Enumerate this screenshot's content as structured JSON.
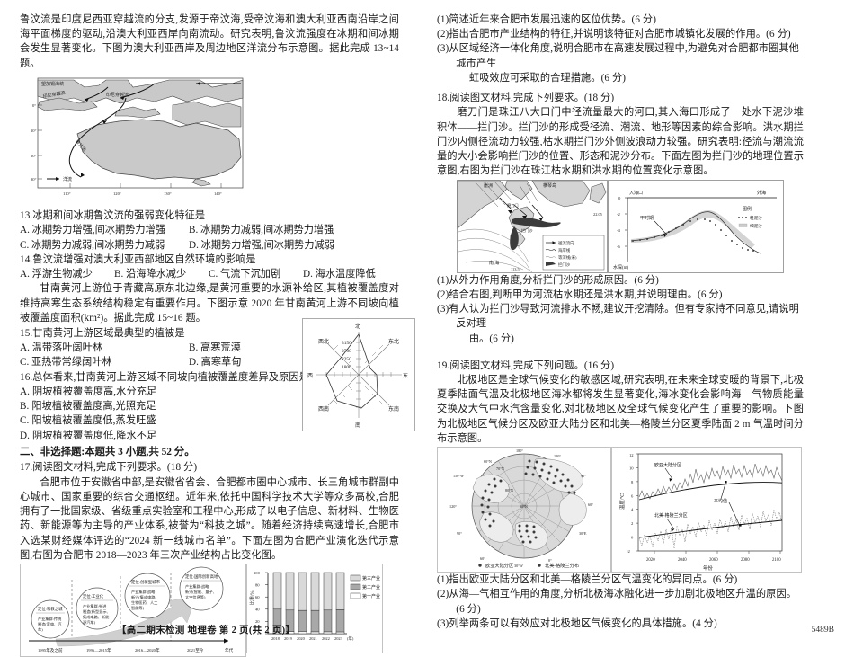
{
  "document": {
    "footer_title": "【高二期末检测  地理卷  第 2 页(共 2 页)】",
    "footer_code": "5489B"
  },
  "left_column": {
    "passage_leeuwin": "鲁汶流是印度尼西亚穿越流的分支,发源于帝汶海,受帝汶海和澳大利亚西南沿岸之间海平面梯度的驱动,沿澳大利亚西岸向南流动。研究表明,鲁汶流强度在冰期和间冰期会发生显著变化。下图为澳大利亚西岸及周边地区洋流分布示意图。据此完成 13~14 题。",
    "q13": {
      "number": "13.",
      "stem": "冰期和间冰期鲁汶流的强弱变化特征是",
      "options": [
        "A. 冰期势力增强,间冰期势力增强",
        "B. 冰期势力减弱,间冰期势力增强",
        "C. 冰期势力减弱,间冰期势力减弱",
        "D. 冰期势力增强,间冰期势力减弱"
      ]
    },
    "q14": {
      "number": "14.",
      "stem": "鲁汶流增强对澳大利亚西部地区自然环境的影响是",
      "options": [
        "A. 浮游生物减少",
        "B. 沿海降水减少",
        "C. 气流下沉加剧",
        "D. 海水温度降低"
      ]
    },
    "passage_gannan": "甘南黄河上游位于青藏高原东北边缘,是黄河重要的水源补给区,其植被覆盖度对维持高寒生态系统结构稳定有重要作用。下图示意 2020 年甘南黄河上游不同坡向植被覆盖度面积(km²)。据此完成 15~16 题。",
    "q15": {
      "number": "15.",
      "stem": "甘南黄河上游区域最典型的植被是",
      "options": [
        "A. 温带落叶阔叶林",
        "B. 高寒荒漠",
        "C. 亚热带常绿阔叶林",
        "D. 高寒草甸"
      ]
    },
    "q16": {
      "number": "16.",
      "stem": "总体看来,甘南黄河上游区域不同坡向植被覆盖度差异及原因是",
      "options": [
        "A. 阴坡植被覆盖度高,水分充足",
        "B. 阳坡植被覆盖度高,光照充足",
        "C. 阳坡植被覆盖度低,蒸发旺盛",
        "D. 阴坡植被覆盖度低,降水不足"
      ]
    },
    "section2_head": "二、非选择题:本题共 3 小题,共 52 分。",
    "q17": {
      "number": "17.",
      "stem": "阅读图文材料,完成下列要求。(18 分)",
      "passage": "合肥市位于安徽省中部,是安徽省省会、合肥都市圈中心城市、长三角城市群副中心城市、国家重要的综合交通枢纽。近年来,依托中国科学技术大学等众多高校,合肥拥有了一批国家级、省级重点实验室和工程中心,形成了以电子信息、新材料、生物医药、新能源等为主导的产业体系,被誉为“科技之城”。随着经济持续高速增长,合肥市入选某财经媒体评选的“2024 新一线城市名单”。下面左图为合肥产业演化迭代示意图,右图为合肥市 2018—2023 年三次产业结构占比变化图。"
    }
  },
  "right_column": {
    "q17_questions": [
      "(1)简述近年来合肥市发展迅速的区位优势。(6 分)",
      "(2)指出合肥市产业结构的特征,并说明该特征对合肥市城镇化发展的作用。(6 分)",
      "(3)从区域经济一体化角度,说明合肥市在高速发展过程中,为避免对合肥都市圈其他城市产生虹吸效应可采取的合理措施。(6 分)"
    ],
    "q17_q3_cont": "虹吸效应可采取的合理措施。(6 分)",
    "q18": {
      "number": "18.",
      "stem": "阅读图文材料,完成下列要求。(18 分)",
      "passage": "磨刀门是珠江八大口门中径流量最大的河口,其入海口形成了一处水下泥沙堆积体——拦门沙。拦门沙的形成受径流、潮流、地形等因素的综合影响。洪水期拦门沙内侧径流动力较强,枯水期拦门沙外侧波浪动力较强。研究表明:径流与潮流流量的大小会影响拦门沙的位置、形态和泥沙分布。下面左图为拦门沙的地理位置示意图,右图为拦门沙在珠江枯水期和洪水期的位置变化示意图。",
      "questions": [
        "(1)从外力作用角度,分析拦门沙的形成原因。(6 分)",
        "(2)结合右图,判断甲为河流枯水期还是洪水期,并说明理由。(6 分)",
        "(3)有人认为拦门沙导致河流排水不畅,建议开挖清除。但有专家持不同意见,请说明反对理由。(6 分)"
      ],
      "q3_cont": "由。(6 分)"
    },
    "q19": {
      "number": "19.",
      "stem": "阅读图文材料,完成下列问题。(16 分)",
      "passage": "北极地区是全球气候变化的敏感区域,研究表明,在未来全球变暖的背景下,北极夏季陆面气温及北极地区海冰都将发生显著变化,海冰变化会影响海—气物质能量交换及大气中水汽含量变化,对北极地区及全球气候变化产生了重要的影响。下图为北极地区气候分区及欧亚大陆分区和北美—格陵兰分区夏季陆面 2 m 气温时间分布示意图。",
      "questions": [
        "(1)指出欧亚大陆分区和北美—格陵兰分区气温变化的异同点。(6 分)",
        "(2)从海—气相互作用的角度,分析北极海冰融化进一步加剧北极地区升温的原因。(6 分)",
        "(3)列举两条可以有效应对北极地区气候变化的具体措施。(4 分)"
      ]
    }
  },
  "figures": {
    "australia_map": {
      "caption_labels": [
        "望加锡海峡",
        "印度尼西亚穿越流",
        "鲁汶流"
      ],
      "legend": "洋流",
      "lon_ticks": [
        "110°",
        "120°",
        "130°",
        "140°"
      ],
      "lat_ticks": [
        "0°",
        "10°",
        "20°",
        "30°"
      ]
    },
    "radar_chart": {
      "directions": [
        "北",
        "东北",
        "东",
        "东南",
        "南",
        "西南",
        "西",
        "西北"
      ],
      "scale_labels": [
        "1800",
        "2250",
        "2700",
        "3150"
      ]
    },
    "evolution_diagram": {
      "nodes": [
        {
          "title": "定位:科教之城",
          "body": "产业集群:传统制造(家电、汽车)"
        },
        {
          "title": "定位:工业化",
          "body": "产业集群:先进制造(新型显示、集成电路、新能源汽车)"
        },
        {
          "title": "定位:创新型城市",
          "body": "产业集群:战略新兴(集成电路、生物医药、人工智能等)"
        },
        {
          "title": "定位:国际创新高地",
          "body": "产业集群:战略新兴(智能、量子、太空信息等)"
        }
      ],
      "axis_labels": [
        "1995年及之前",
        "1996—2015年",
        "2016—2020年",
        "2021至今"
      ],
      "axis_unit": "年代"
    },
    "stacked_bar": {
      "ylabel": "比重/%",
      "xunit": "(年)",
      "legend": [
        "第三产业",
        "第二产业",
        "第一产业"
      ]
    },
    "lanmensha_map": {
      "labels": [
        "崖洲",
        "横琴岛",
        "磨刀门",
        "拦门沙",
        "南  海"
      ],
      "legend_title": "图例",
      "legend_items": [
        "径流流向",
        "海岸线",
        "等深线(米)",
        "拦门沙"
      ],
      "lat_label": "22.05",
      "lon_label": "113.5°"
    },
    "cross_section": {
      "left_label": "入海口",
      "right_label": "外海",
      "series_label": "甲时期",
      "ylabel": "水深(m)",
      "legend_title": "图例",
      "legend_items": [
        "粗泥沙",
        "细泥沙"
      ],
      "yticks": [
        "0",
        "-2",
        "-4",
        "-6"
      ]
    },
    "arctic_map": {
      "lon_labels": [
        "180°",
        "150°W",
        "120°",
        "90°",
        "60°",
        "30°W",
        "0°",
        "30°E",
        "60°",
        "90°",
        "120°"
      ],
      "lat_labels": [
        "60°N",
        "70°N",
        "80°N",
        "90°N"
      ],
      "legend": [
        "欧亚大陆分区",
        "北美—格陵兰分区"
      ]
    },
    "temperature_line": {
      "ylabel": "温度/℃",
      "xlabel": "年份",
      "annotations": [
        "欧亚大陆分区",
        "北美—格陵兰分区",
        "平均值"
      ]
    }
  },
  "chart_data": [
    {
      "type": "radar",
      "title": "2020年甘南黄河上游不同坡向植被覆盖度面积(km²)",
      "categories": [
        "北",
        "东北",
        "东",
        "东南",
        "南",
        "西南",
        "西",
        "西北"
      ],
      "values": [
        3200,
        900,
        1350,
        2400,
        2100,
        2500,
        2300,
        1900
      ],
      "rticks": [
        1800,
        2250,
        2700,
        3150
      ],
      "rlim": [
        0,
        3400
      ],
      "grid": true,
      "legend": ""
    },
    {
      "type": "bar",
      "title": "合肥市2018—2023年三次产业结构占比变化图",
      "categories": [
        "2018",
        "2019",
        "2020",
        "2021",
        "2022",
        "2023"
      ],
      "series": [
        {
          "name": "第一产业",
          "values": [
            3.6,
            3.4,
            3.3,
            3.0,
            3.0,
            2.8
          ]
        },
        {
          "name": "第二产业",
          "values": [
            36.4,
            35.1,
            34.7,
            35.0,
            35.5,
            36.2
          ]
        },
        {
          "name": "第三产业",
          "values": [
            60.0,
            61.5,
            62.0,
            62.0,
            61.5,
            61.0
          ]
        }
      ],
      "stacked": true,
      "xlabel": "(年)",
      "ylabel": "比重/%",
      "ylim": [
        0,
        100
      ],
      "yticks": [
        0,
        20,
        40,
        60,
        80,
        100
      ],
      "legend": "right"
    },
    {
      "type": "line",
      "title": "北极夏季陆面2m气温时间分布",
      "xlabel": "年份",
      "ylabel": "温度/℃",
      "xlim": [
        2015,
        2100
      ],
      "ylim": [
        -2,
        12
      ],
      "xticks": [
        2020,
        2040,
        2060,
        2080,
        2100
      ],
      "yticks": [
        -2,
        0,
        2,
        4,
        6,
        8,
        10,
        12
      ],
      "series": [
        {
          "name": "欧亚大陆分区",
          "x": [
            2015,
            2020,
            2025,
            2030,
            2035,
            2040,
            2045,
            2050,
            2055,
            2060,
            2065,
            2070,
            2075,
            2080,
            2085,
            2090,
            2095,
            2100
          ],
          "values": [
            6.1,
            6.3,
            6.6,
            6.9,
            7.2,
            7.4,
            7.6,
            7.8,
            8.0,
            8.2,
            8.3,
            8.3,
            8.3,
            8.3,
            8.3,
            8.2,
            8.2,
            8.2
          ]
        },
        {
          "name": "北美—格陵兰分区",
          "x": [
            2015,
            2020,
            2025,
            2030,
            2035,
            2040,
            2045,
            2050,
            2055,
            2060,
            2065,
            2070,
            2075,
            2080,
            2085,
            2090,
            2095,
            2100
          ],
          "values": [
            0.1,
            0.2,
            0.4,
            0.6,
            0.8,
            0.9,
            1.1,
            1.3,
            1.4,
            1.6,
            1.7,
            1.8,
            1.9,
            2.0,
            2.1,
            2.2,
            2.3,
            2.4
          ]
        }
      ],
      "legend": "inline-annotations",
      "grid": false
    },
    {
      "type": "line",
      "title": "拦门沙枯水期和洪水期位置变化示意图",
      "xlabel": "",
      "ylabel": "水深(m)",
      "ylim": [
        -7,
        0
      ],
      "yticks": [
        0,
        -2,
        -4,
        -6
      ],
      "series": [
        {
          "name": "粗泥沙",
          "values": [
            -5.0,
            -4.6,
            -4.2,
            -3.6,
            -3.0,
            -2.6,
            -2.4,
            -2.6,
            -3.2,
            -4.0,
            -4.6,
            -5.0,
            -5.2
          ]
        },
        {
          "name": "细泥沙",
          "values": [
            -5.0,
            -4.5,
            -4.0,
            -3.3,
            -2.6,
            -2.1,
            -1.9,
            -2.2,
            -2.9,
            -3.8,
            -4.6,
            -5.4,
            -6.0
          ]
        }
      ],
      "annotations": [
        "入海口",
        "外海",
        "甲时期"
      ],
      "legend": "inside-right"
    }
  ]
}
